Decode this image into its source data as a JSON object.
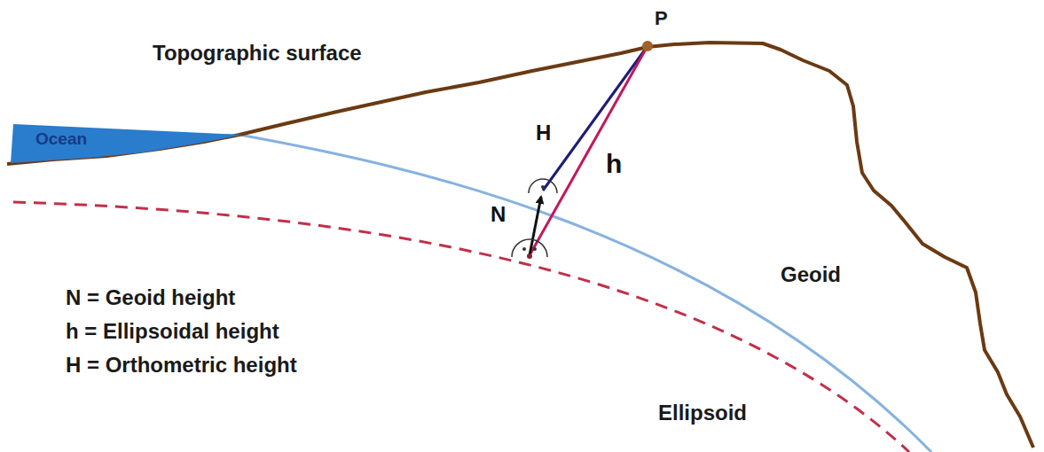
{
  "diagram": {
    "nodes": [
      {
        "text": [
          "Ocean"
        ]
      }
    ],
    "labels": [
      "P",
      "Topographic surface",
      "H",
      "h",
      "N",
      "Geoid",
      "Ellipsoid",
      "N = Geoid height",
      "h = Ellipsoidal height",
      "H = Orthometric height"
    ]
  }
}
